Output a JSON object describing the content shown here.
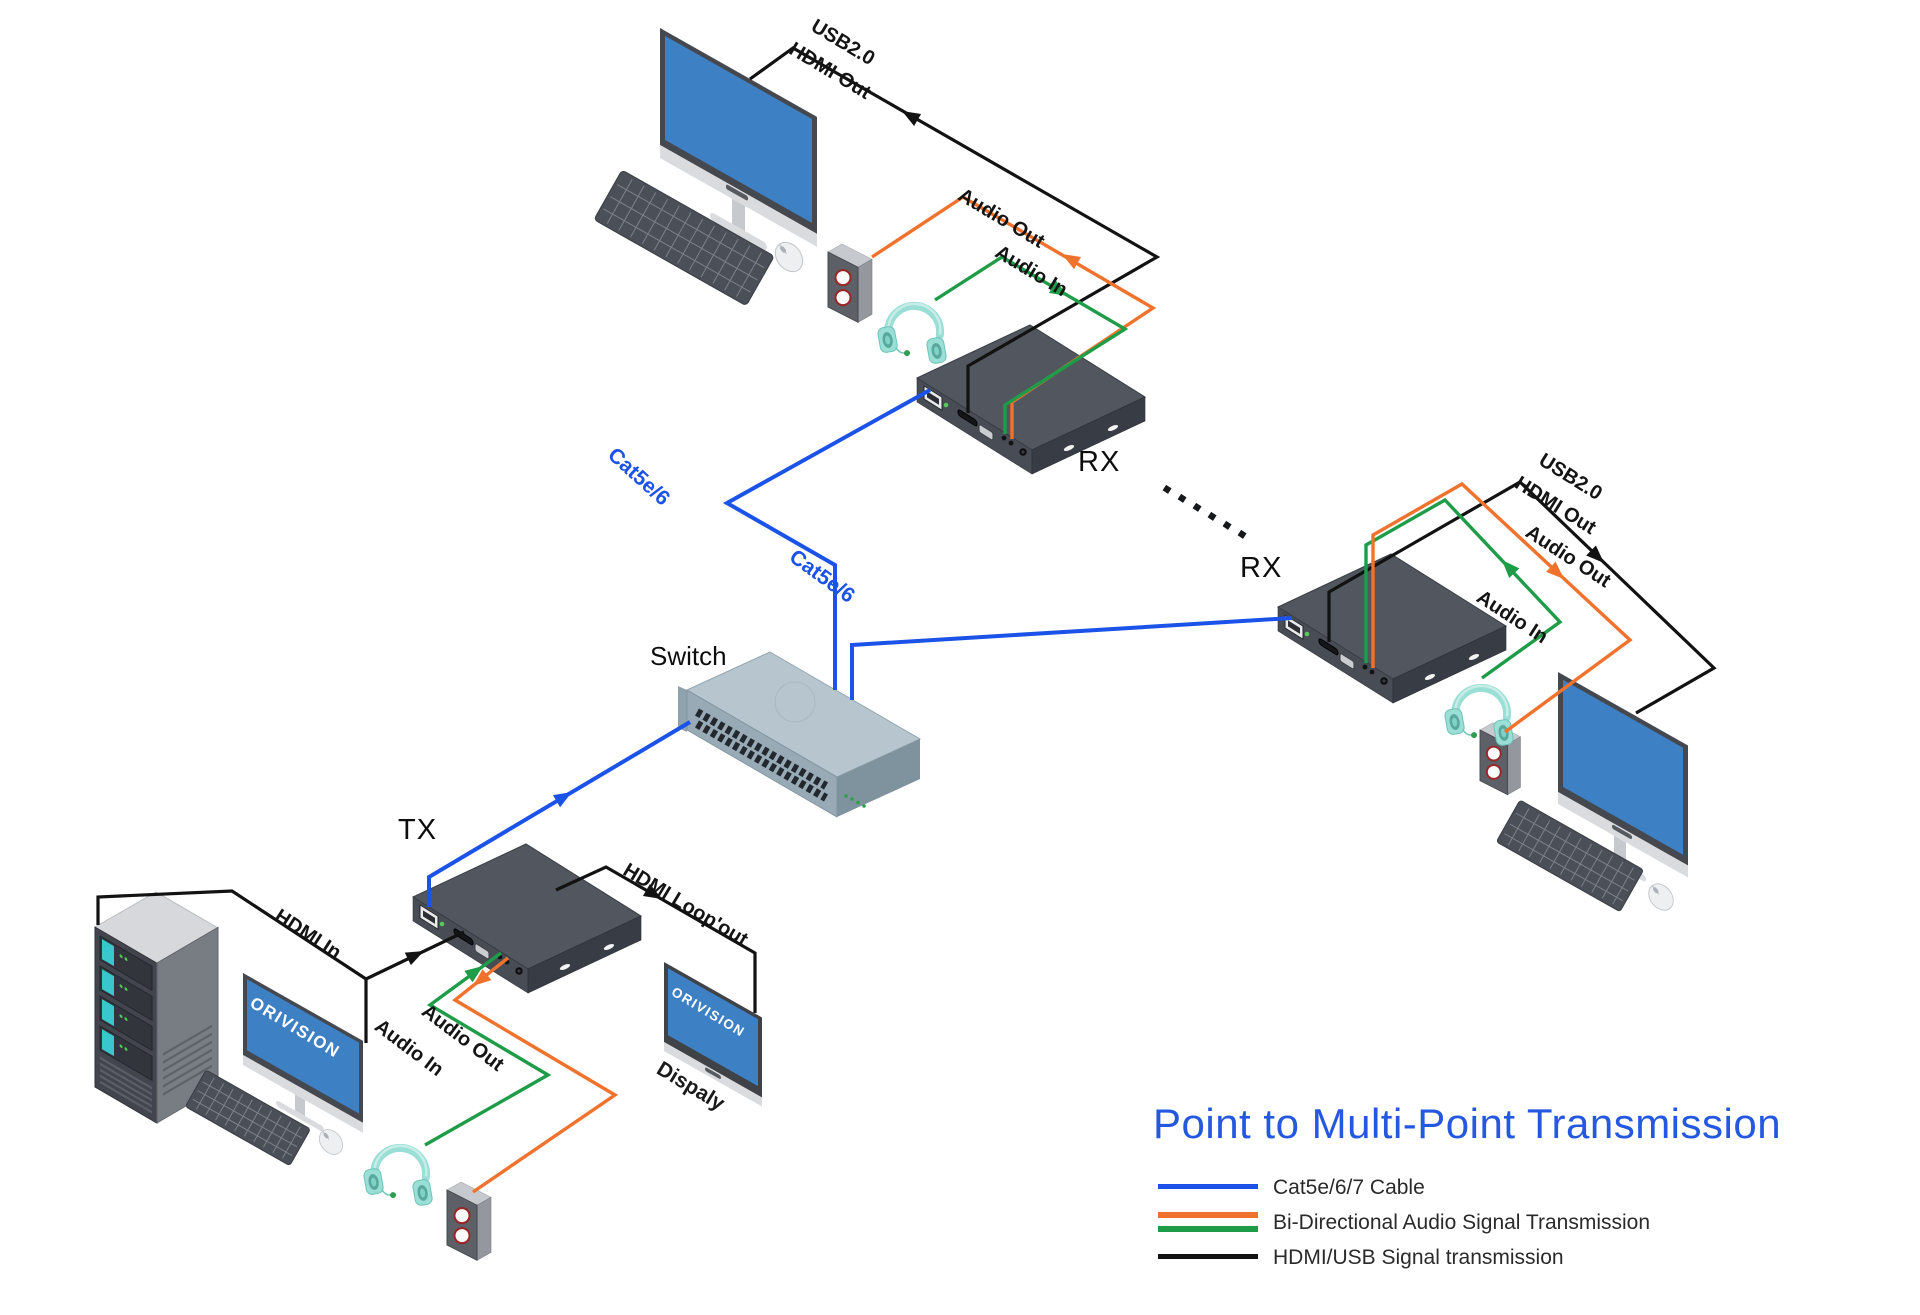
{
  "title": {
    "text": "Point to Multi-Point Transmission"
  },
  "devices": {
    "tx_label": "TX",
    "rx1_label": "RX",
    "rx2_label": "RX",
    "switch_label": "Switch",
    "monitor_brand": "ORIVISION",
    "display_caption": "Dispaly"
  },
  "cable_labels": {
    "cat5e": "Cat5e/6",
    "usb2": "USB2.0",
    "hdmi_out": "HDMI Out",
    "hdmi_in": "HDMI In",
    "hdmi_loopout": "HDMI Loop'out",
    "audio_in": "Audio In",
    "audio_out": "Audio Out"
  },
  "legend": {
    "items": [
      {
        "label": "Cat5e/6/7 Cable",
        "colors": [
          "#1b53e8"
        ]
      },
      {
        "label": "Bi-Directional Audio Signal Transmission",
        "colors": [
          "#f0722c",
          "#1f9c47"
        ]
      },
      {
        "label": "HDMI/USB Signal transmission",
        "colors": [
          "#121212"
        ]
      }
    ]
  },
  "colors": {
    "cat_cable": "#1b53e8",
    "audio_out_cable": "#f0722c",
    "audio_in_cable": "#1f9c47",
    "hdmi_usb_cable": "#121212",
    "title_blue": "#2458e0",
    "monitor_screen": "#3d80c4",
    "headphone_teal": "#9adfd6"
  }
}
